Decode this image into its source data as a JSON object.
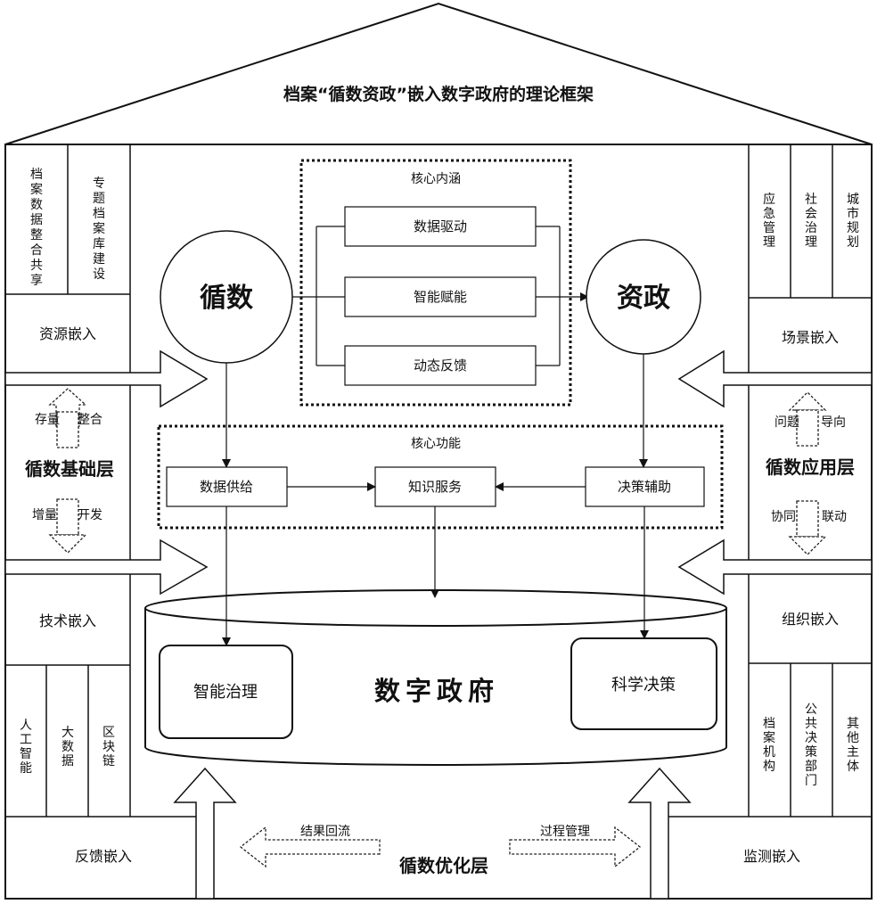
{
  "title": "档案“循数资政”嵌入数字政府的理论框架",
  "left": {
    "top_cells": [
      "档案数据整合共享",
      "专题档案库建设"
    ],
    "resource_embed": "资源嵌入",
    "base_layer": "循数基础层",
    "stock": "存量",
    "integrate": "整合",
    "increment": "增量",
    "develop": "开发",
    "tech_embed": "技术嵌入",
    "tech_cells": [
      "人工智能",
      "大数据",
      "区块链"
    ],
    "feedback_embed": "反馈嵌入"
  },
  "right": {
    "top_cells": [
      "应急管理",
      "社会治理",
      "城市规划"
    ],
    "scene_embed": "场景嵌入",
    "app_layer": "循数应用层",
    "problem": "问题",
    "guide": "导向",
    "collab": "协同",
    "linkage": "联动",
    "org_embed": "组织嵌入",
    "org_cells": [
      "档案机构",
      "公共决策部门",
      "其他主体"
    ],
    "monitor_embed": "监测嵌入"
  },
  "center": {
    "circle_left": "循数",
    "circle_right": "资政",
    "core_connotation": "核心内涵",
    "connotation_items": [
      "数据驱动",
      "智能赋能",
      "动态反馈"
    ],
    "core_function": "核心功能",
    "function_items": [
      "数据供给",
      "知识服务",
      "决策辅助"
    ],
    "gov_title": "数字政府",
    "gov_left": "智能治理",
    "gov_right": "科学决策"
  },
  "bottom": {
    "optimize_layer": "循数优化层",
    "result_return": "结果回流",
    "process_manage": "过程管理"
  }
}
